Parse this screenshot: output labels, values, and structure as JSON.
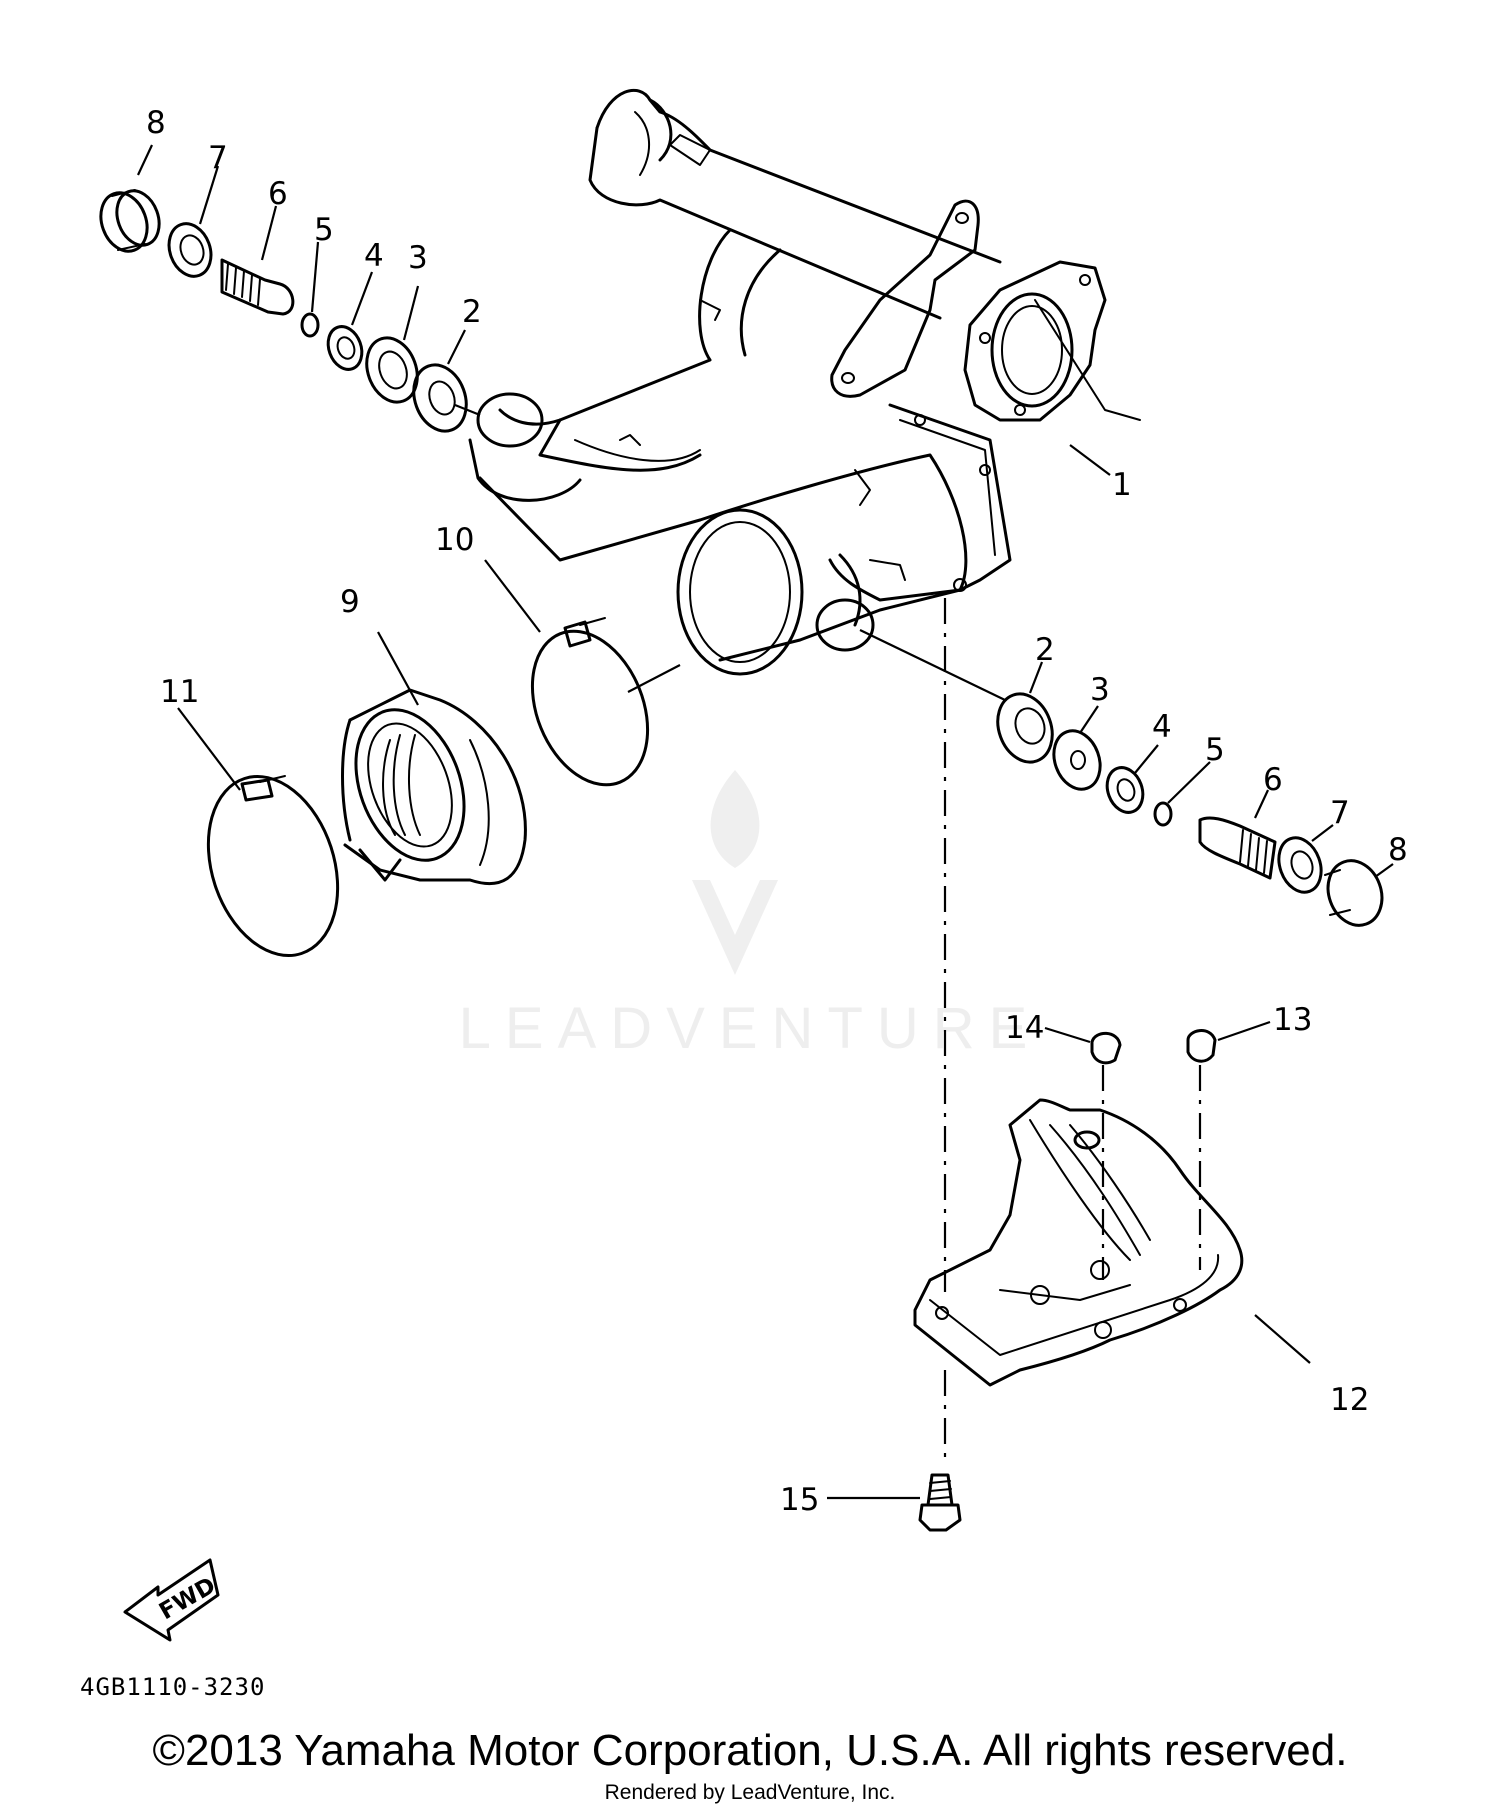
{
  "diagram": {
    "callouts": {
      "c1": "1",
      "c2a": "2",
      "c3a": "3",
      "c4a": "4",
      "c5a": "5",
      "c6a": "6",
      "c7a": "7",
      "c8a": "8",
      "c2b": "2",
      "c3b": "3",
      "c4b": "4",
      "c5b": "5",
      "c6b": "6",
      "c7b": "7",
      "c8b": "8",
      "c9": "9",
      "c10": "10",
      "c11": "11",
      "c12": "12",
      "c13": "13",
      "c14": "14",
      "c15": "15"
    },
    "fwd_label": "FWD",
    "diagram_code": "4GB1110-3230"
  },
  "watermark": {
    "text": "LEADVENTURE"
  },
  "footer": {
    "copyright": "©2013 Yamaha Motor Corporation, U.S.A. All rights reserved.",
    "rendered_by": "Rendered by LeadVenture, Inc."
  }
}
